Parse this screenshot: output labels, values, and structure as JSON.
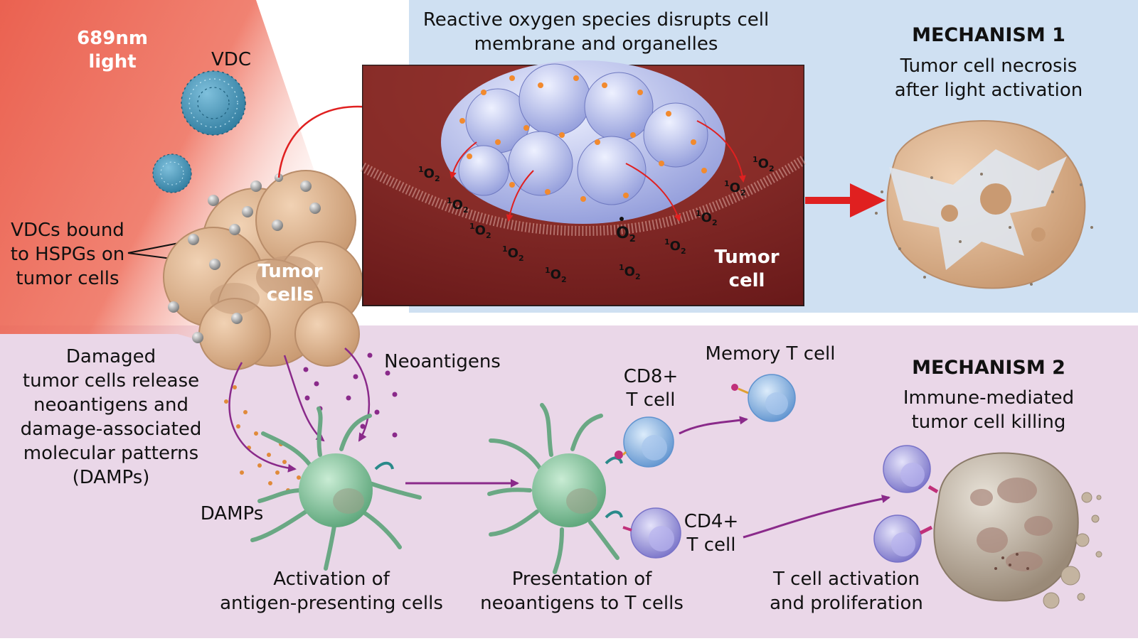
{
  "top": {
    "light_label_1": "689nm",
    "light_label_2": "light",
    "vdc_label": "VDC",
    "vdc_bound_1": "VDCs bound",
    "vdc_bound_2": "to HSPGs on",
    "vdc_bound_3": "tumor cells",
    "tumor_cells_1": "Tumor",
    "tumor_cells_2": "cells",
    "ros_title_1": "Reactive oxygen species disrupts cell",
    "ros_title_2": "membrane and organelles",
    "inset_tumor_1": "Tumor",
    "inset_tumor_2": "cell",
    "singlet_oxygen_prefix": "1",
    "oxygen_symbol": "O",
    "oxygen_subscript": "2",
    "mechanism1_title": "MECHANISM 1",
    "mechanism1_sub_1": "Tumor cell necrosis",
    "mechanism1_sub_2": "after light activation"
  },
  "bottom": {
    "damaged_1": "Damaged",
    "damaged_2": "tumor cells release",
    "damaged_3": "neoantigens and",
    "damaged_4": "damage-associated",
    "damaged_5": "molecular patterns",
    "damaged_6": "(DAMPs)",
    "damps": "DAMPs",
    "neoantigens": "Neoantigens",
    "apc_1": "Activation of",
    "apc_2": "antigen-presenting cells",
    "presentation_1": "Presentation of",
    "presentation_2": "neoantigens to T cells",
    "cd8_1": "CD8+",
    "cd8_2": "T cell",
    "memory": "Memory T cell",
    "cd4_1": "CD4+",
    "cd4_2": "T cell",
    "tcell_act_1": "T cell activation",
    "tcell_act_2": "and proliferation",
    "mechanism2_title": "MECHANISM 2",
    "mechanism2_sub_1": "Immune-mediated",
    "mechanism2_sub_2": "tumor cell killing"
  },
  "colors": {
    "top_panel": "#cfe0f2",
    "bottom_panel": "#ead7e8",
    "light_beam": "#ee6552",
    "inset_bg": "#7a2424",
    "arrow_red": "#e02020",
    "arrow_purple": "#8a2a8a",
    "tumor_tan": "#d9b18f",
    "apc_green": "#7fbf98",
    "tcell_blue": "#8ab4e0",
    "cd4_lavender": "#9a95d8"
  }
}
